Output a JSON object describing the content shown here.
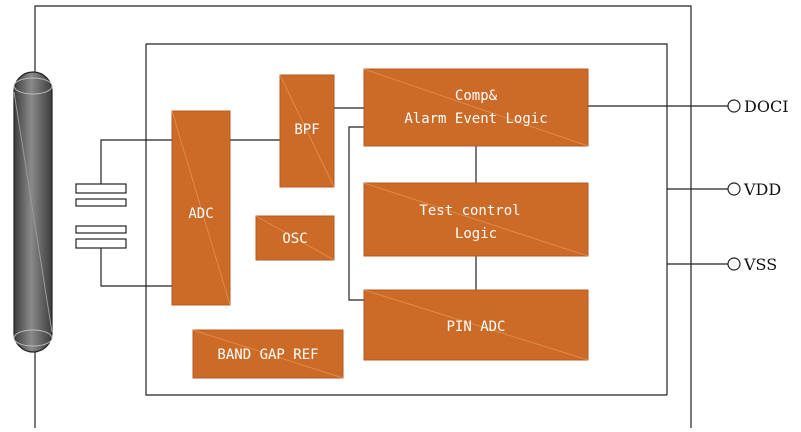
{
  "colors": {
    "block_fill": "#cc6a28",
    "block_edge": "#b95a1c",
    "wire": "#222222",
    "sensor_body": "#5a5a5a",
    "text_on_block": "#ffffff"
  },
  "blocks": {
    "adc": "ADC",
    "bpf": "BPF",
    "osc": "OSC",
    "comp_line1": "Comp&",
    "comp_line2": "Alarm Event Logic",
    "test_line1": "Test control",
    "test_line2": "Logic",
    "pin_adc": "PIN ADC",
    "bandgap": "BAND GAP REF"
  },
  "pins": {
    "doci": "DOCI",
    "vdd": "VDD",
    "vss": "VSS"
  },
  "icons": {
    "sensor": "pir-sensor-tube-icon",
    "crystal": "crystal-capacitor-icon",
    "pin": "pin-circle-icon"
  }
}
